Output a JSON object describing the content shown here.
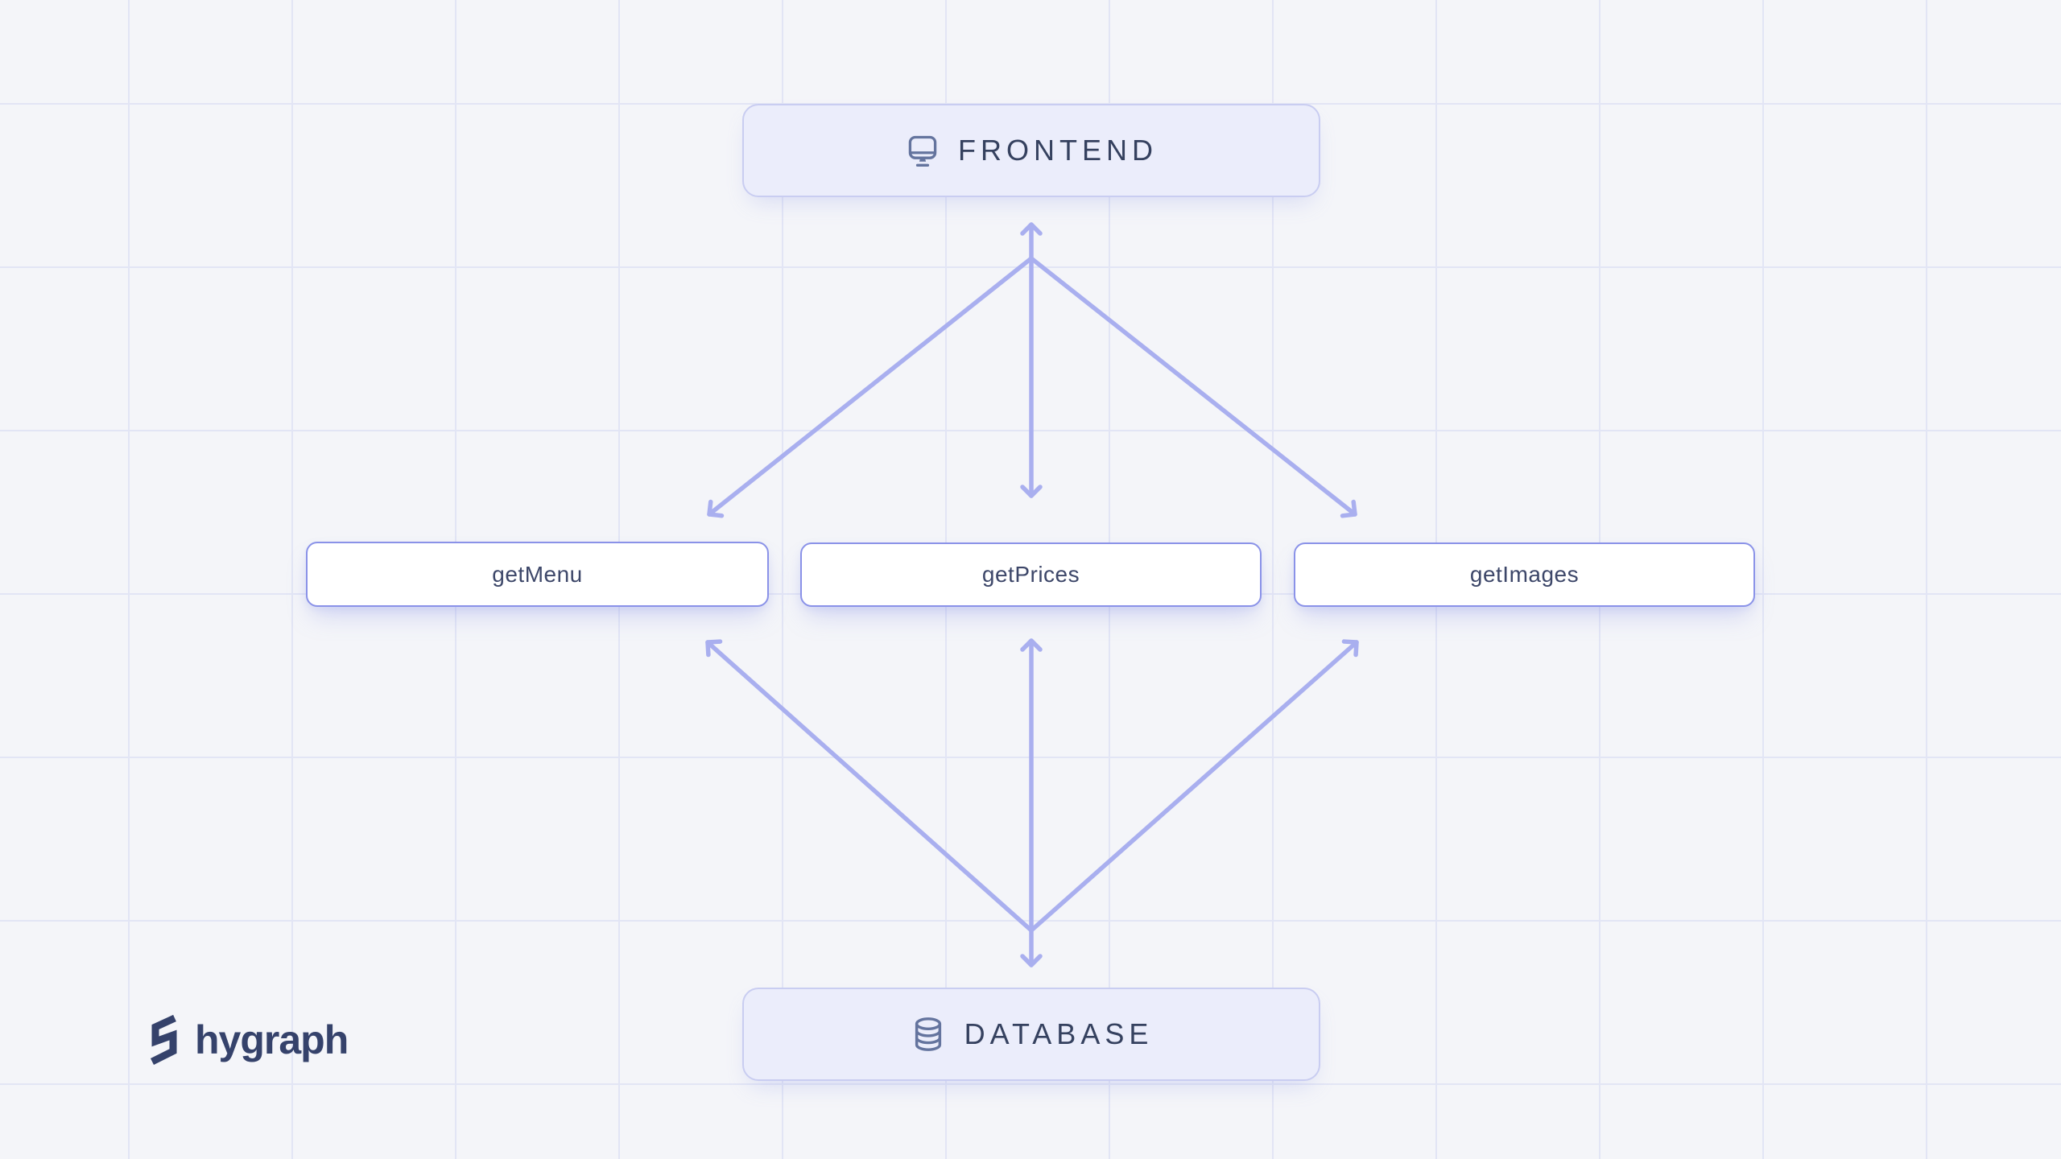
{
  "diagram": {
    "frontend": {
      "label": "FRONTEND",
      "icon": "monitor-icon"
    },
    "database": {
      "label": "DATABASE",
      "icon": "database-icon"
    },
    "functions": [
      {
        "label": "getMenu"
      },
      {
        "label": "getPrices"
      },
      {
        "label": "getImages"
      }
    ],
    "connections": [
      "frontend-getmenu",
      "frontend-getprices",
      "frontend-getimages",
      "getmenu-database",
      "getprices-database",
      "getimages-database"
    ]
  },
  "branding": {
    "logo_text": "hygraph",
    "logo_icon": "hygraph-logo-mark"
  },
  "colors": {
    "background": "#F4F5F9",
    "grid_line": "#E2E5F5",
    "major_node_fill": "#EBEDFB",
    "major_node_border": "#C9CDF1",
    "function_node_fill": "#FFFFFF",
    "function_node_border": "#8A92E8",
    "arrow": "#A9AFEF",
    "major_label_text": "#35415F",
    "function_label_text": "#3D4769",
    "icon": "#64749E",
    "logo": "#35426B"
  }
}
